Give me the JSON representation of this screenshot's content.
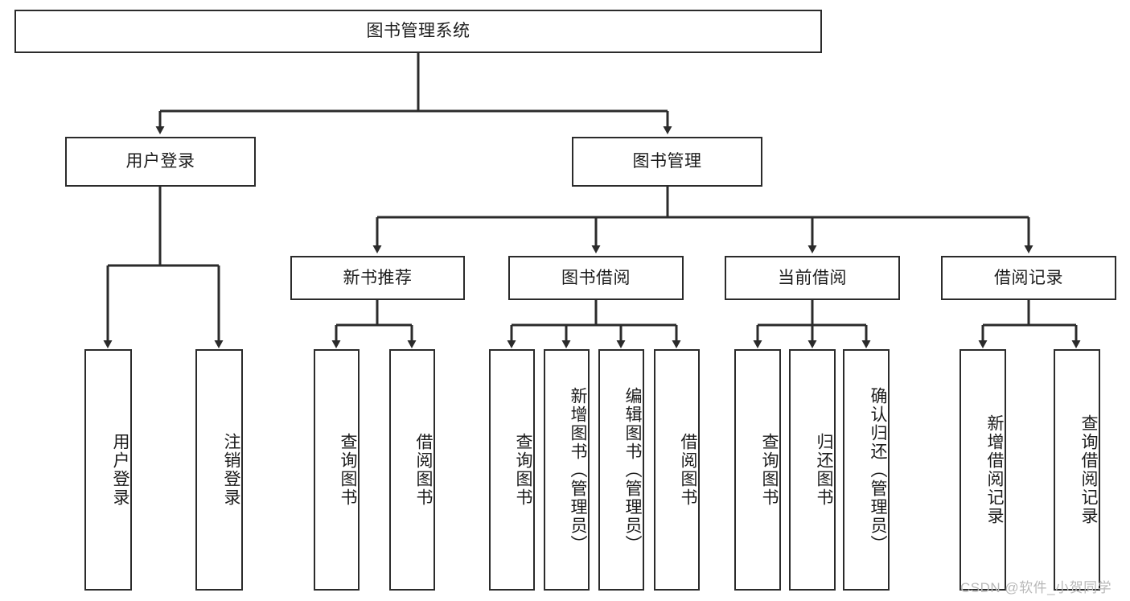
{
  "diagram": {
    "type": "tree",
    "title": "图书管理系统",
    "root": {
      "label": "图书管理系统"
    },
    "tier2": [
      {
        "label": "用户登录"
      },
      {
        "label": "图书管理"
      }
    ],
    "tier3": [
      {
        "label": "新书推荐"
      },
      {
        "label": "图书借阅"
      },
      {
        "label": "当前借阅"
      },
      {
        "label": "借阅记录"
      }
    ],
    "leaves": {
      "user_login": [
        {
          "label": "用户登录"
        },
        {
          "label": "注销登录"
        }
      ],
      "new_book_recommend": [
        {
          "label": "查询图书"
        },
        {
          "label": "借阅图书"
        }
      ],
      "book_borrow": [
        {
          "label": "查询图书"
        },
        {
          "label": "新增图书（管理员）"
        },
        {
          "label": "编辑图书（管理员）"
        },
        {
          "label": "借阅图书"
        }
      ],
      "current_borrow": [
        {
          "label": "查询图书"
        },
        {
          "label": "归还图书"
        },
        {
          "label": "确认归还（管理员）"
        }
      ],
      "borrow_record": [
        {
          "label": "新增借阅记录"
        },
        {
          "label": "查询借阅记录"
        }
      ]
    },
    "watermark": "CSDN @软件_小贺同学",
    "colors": {
      "stroke": "#2b2b2b",
      "fill": "#ffffff",
      "text": "#1c1c1c",
      "watermark": "#b9b9b9"
    }
  }
}
